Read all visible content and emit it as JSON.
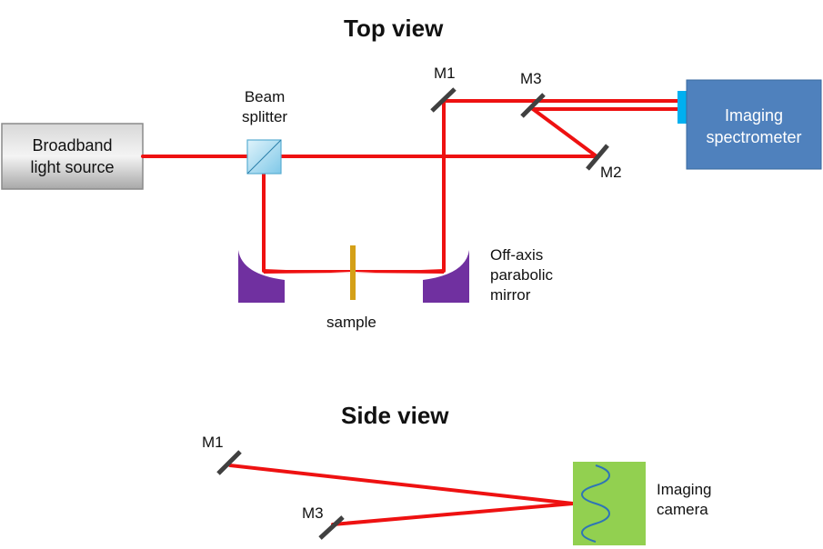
{
  "titles": {
    "top": "Top view",
    "side": "Side view"
  },
  "components": {
    "source": "Broadband\nlight source",
    "beam_splitter": "Beam\nsplitter",
    "spectrometer": "Imaging\nspectrometer",
    "m1_top": "M1",
    "m2_top": "M2",
    "m3_top": "M3",
    "oap": "Off-axis\nparabolic\nmirror",
    "sample": "sample",
    "m1_side": "M1",
    "m3_side": "M3",
    "camera": "Imaging\ncamera"
  },
  "colors": {
    "beam": "#ee1111",
    "mirror": "#404040",
    "parabolic": "#7030a0",
    "sample": "#d4a017",
    "spectrometer": "#4f81bd",
    "camera": "#92d050",
    "fringe": "#2e75b6",
    "source_gray": "#b0b0b0"
  }
}
